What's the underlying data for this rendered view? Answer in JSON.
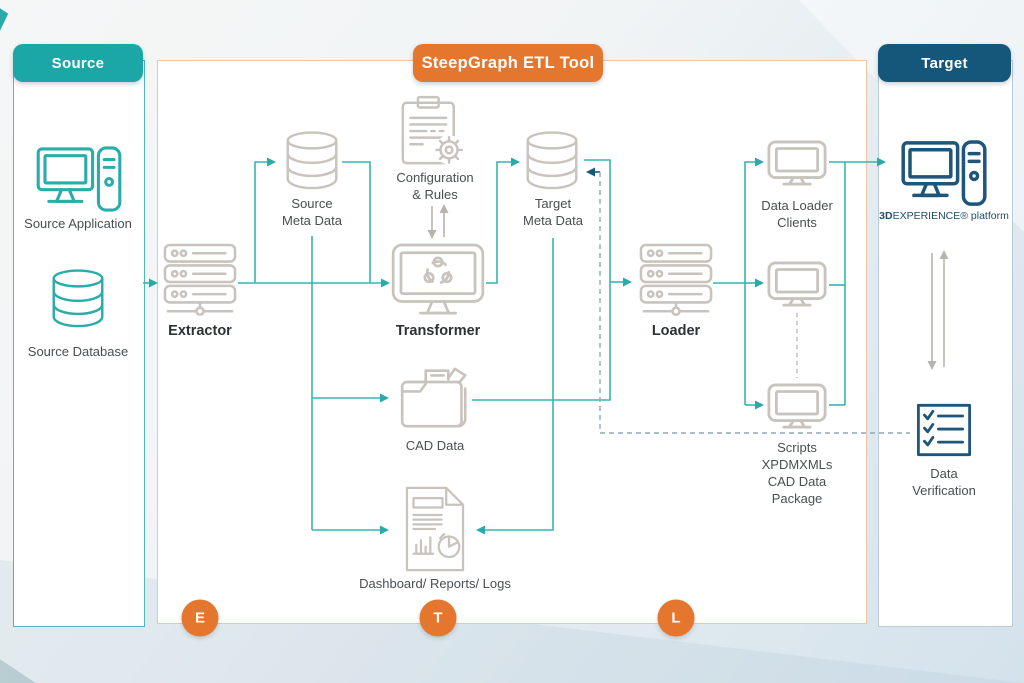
{
  "colors": {
    "teal": "#1ba7a5",
    "orange": "#e5762d",
    "navy": "#15577a",
    "icon_gray": "#c8c4bd",
    "line_teal": "#35b5b3",
    "dashed_gray": "#8ea7b5",
    "arrow_gray": "#b7b3ad"
  },
  "source_panel": {
    "header": "Source",
    "application_label": "Source Application",
    "database_label": "Source Database"
  },
  "etl_panel": {
    "header": "SteepGraph ETL Tool",
    "extractor_label": "Extractor",
    "source_meta_label": "Source\nMeta Data",
    "configuration_label": "Configuration\n& Rules",
    "transformer_label": "Transformer",
    "target_meta_label": "Target\nMeta Data",
    "cad_label": "CAD Data",
    "dashboard_label": "Dashboard/ Reports/ Logs",
    "loader_label": "Loader",
    "clients_label": "Data Loader\nClients",
    "scripts_label": "Scripts\nXPDMXMLs\nCAD Data\nPackage",
    "badge_e": "E",
    "badge_t": "T",
    "badge_l": "L"
  },
  "target_panel": {
    "header": "Target",
    "platform_bold": "3D",
    "platform_name": "EXPERIENCE®",
    "platform_suffix": " platform",
    "verification_label": "Data Verification"
  },
  "icons": {
    "source_application": "desktop-computer-icon",
    "source_database": "database-icon",
    "extractor": "server-stack-icon",
    "source_meta_data": "database-icon",
    "configuration_rules": "clipboard-gear-icon",
    "transformer": "monitor-sync-icon",
    "target_meta_data": "database-icon",
    "cad_data": "folder-documents-icon",
    "dashboard_reports_logs": "report-document-icon",
    "loader": "server-stack-icon",
    "data_loader_clients": "monitor-icon",
    "platform": "desktop-computer-icon",
    "data_verification": "checklist-icon"
  }
}
